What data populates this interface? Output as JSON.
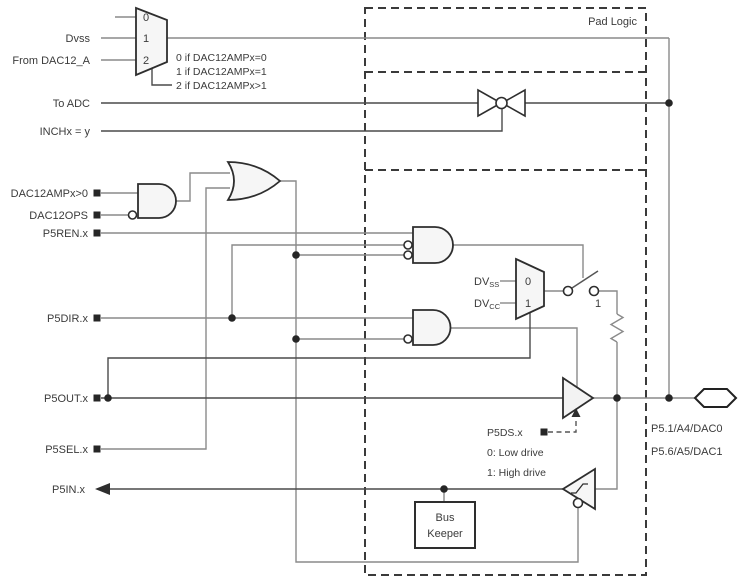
{
  "diagram": {
    "title": "Pad Logic",
    "colors": {
      "wire": "#8a8a8a",
      "ink": "#2e2e2e"
    },
    "top_mux": {
      "in0": "0",
      "in1": "1",
      "in2": "2",
      "notes": [
        "0 if DAC12AMPx=0",
        "1 if DAC12AMPx=1",
        "2 if DAC12AMPx>1"
      ]
    },
    "labels": {
      "dvss": "Dvss",
      "from_dac": "From DAC12_A",
      "to_adc": "To ADC",
      "inchx": "INCHx = y",
      "dac12amp": "DAC12AMPx>0",
      "dac12ops": "DAC12OPS",
      "p5ren": "P5REN.x",
      "p5dir": "P5DIR.x",
      "p5out": "P5OUT.x",
      "p5sel": "P5SEL.x",
      "p5in": "P5IN.x"
    },
    "pull_mux": {
      "dv": "DV",
      "ss": "SS",
      "cc": "CC",
      "in0": "0",
      "in1": "1"
    },
    "switch": {
      "closed_label": "1"
    },
    "drive": {
      "label": "P5DS.x",
      "note0": "0: Low drive",
      "note1": "1: High drive"
    },
    "bus_keeper": {
      "line1": "Bus",
      "line2": "Keeper"
    },
    "pin": {
      "line1": "P5.1/A4/DAC0",
      "line2": "P5.6/A5/DAC1"
    }
  }
}
